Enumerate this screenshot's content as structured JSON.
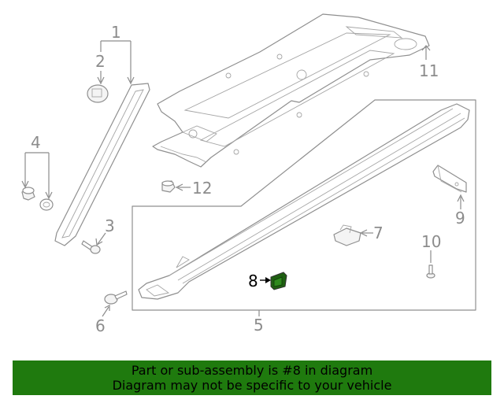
{
  "diagram": {
    "callouts": {
      "c1": "1",
      "c2": "2",
      "c3": "3",
      "c4": "4",
      "c5": "5",
      "c6": "6",
      "c7": "7",
      "c8": "8",
      "c9": "9",
      "c10": "10",
      "c11": "11",
      "c12": "12"
    },
    "highlight_part": "8",
    "colors": {
      "line": "#8f8f8f",
      "highlight": "#1f7a0e",
      "banner": "#1f7a0e"
    }
  },
  "banner": {
    "line1": "Part or sub-assembly is #8 in diagram",
    "line2": "Diagram may not be specific to your vehicle"
  }
}
